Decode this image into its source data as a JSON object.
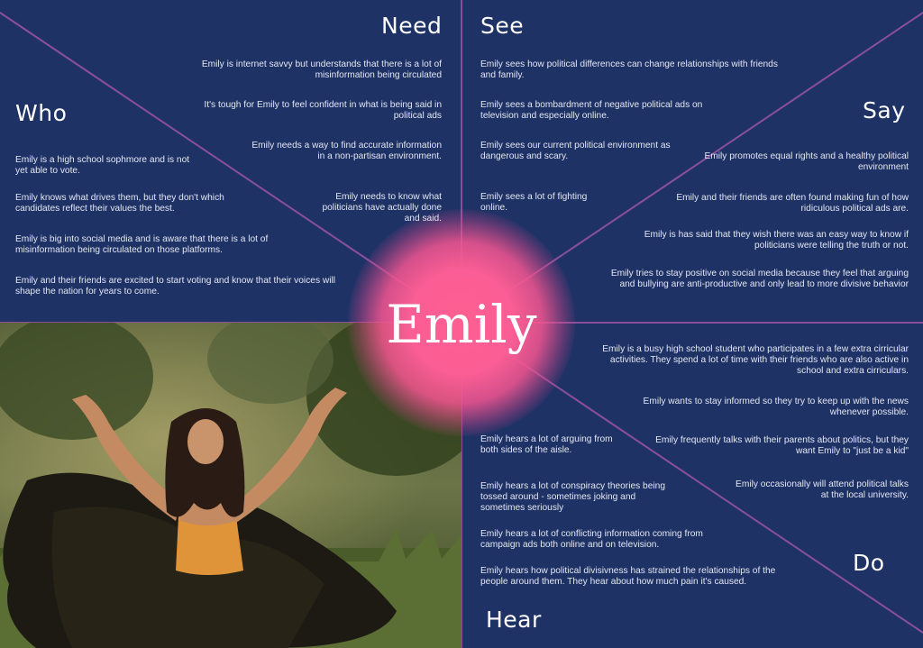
{
  "center": {
    "name": "Emily"
  },
  "colors": {
    "background": "#1f3266",
    "divider": "#8a4f9a",
    "glow": "#fb5e94"
  },
  "headings": {
    "need": "Need",
    "see": "See",
    "who": "Who",
    "say": "Say",
    "do": "Do",
    "hear": "Hear"
  },
  "need": [
    "Emily is internet savvy but understands that there is a lot of misinformation being circulated",
    "It's tough for Emily to feel confident in what is being said in political ads",
    "Emily needs a way to find accurate information in a non-partisan environment.",
    "Emily needs to know what politicians have actually done and said."
  ],
  "who": [
    "Emily is a high school sophmore and is not yet able to vote.",
    "Emily knows what drives them, but they don't which candidates reflect their values the best.",
    "Emily is big into social media and is aware that there is a lot of misinformation being circulated on those platforms.",
    "Emily and their friends are excited to start voting and know that their voices will shape the nation for years to come."
  ],
  "see": [
    "Emily sees how political differences can change relationships with friends and family.",
    "Emily sees a bombardment of negative political ads on television and especially online.",
    "Emily sees our current political environment as dangerous and scary.",
    "Emily sees a lot of fighting online."
  ],
  "say": [
    "Emily promotes equal rights and a healthy political environment",
    "Emily and their friends are often found making fun of how ridiculous political ads are.",
    "Emily is has said that they wish there was an easy way to know if politicians were telling the truth or not.",
    "Emily tries to stay positive on social media because they feel that arguing and bullying are anti-productive and only lead to more divisive behavior"
  ],
  "do": [
    "Emily is a busy high school student who participates in a few extra cirricular activities. They spend a lot of time with their friends who are also active in school and extra cirriculars.",
    "Emily wants to stay informed so they try to keep up with the news whenever possible.",
    "Emily frequently talks with their parents about politics, but they want Emily to \"just be a kid\"",
    "Emily occasionally will attend political talks at the local university."
  ],
  "hear": [
    "Emily hears a lot of arguing from both sides of the aisle.",
    "Emily hears a lot of conspiracy theories being tossed around - sometimes joking and sometimes seriously",
    "Emily hears a lot of conflicting information coming from campaign ads both online and on television.",
    "Emily hears how political divisivness has strained the relationships of the people around them. They hear about how much pain it's caused."
  ]
}
